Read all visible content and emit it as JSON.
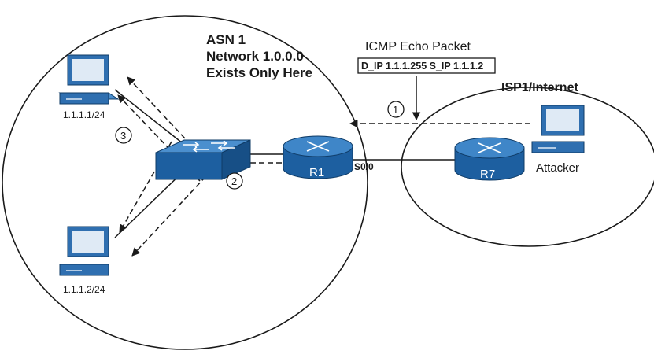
{
  "asn": {
    "line1": "ASN 1",
    "line2": "Network 1.0.0.0",
    "line3": "Exists Only Here"
  },
  "packet": {
    "title": "ICMP Echo Packet",
    "header": "D_IP 1.1.1.255 S_IP 1.1.1.2"
  },
  "isp": {
    "label": "ISP1/Internet"
  },
  "hosts": [
    {
      "ip": "1.1.1.1/24"
    },
    {
      "ip": "1.1.1.2/24"
    }
  ],
  "routers": {
    "r1": {
      "name": "R1",
      "interface": "S0/0"
    },
    "r7": {
      "name": "R7"
    }
  },
  "attacker": {
    "label": "Attacker"
  },
  "steps": [
    "1",
    "2",
    "3"
  ],
  "colors": {
    "router_body": "#1d5fa0",
    "router_top": "#3f86c8",
    "switch_body": "#1d5fa0",
    "switch_top": "#4b8fce",
    "pc_body": "#2f6fb0",
    "pc_screen": "#dfeaf5",
    "line": "#1a1a1a"
  }
}
